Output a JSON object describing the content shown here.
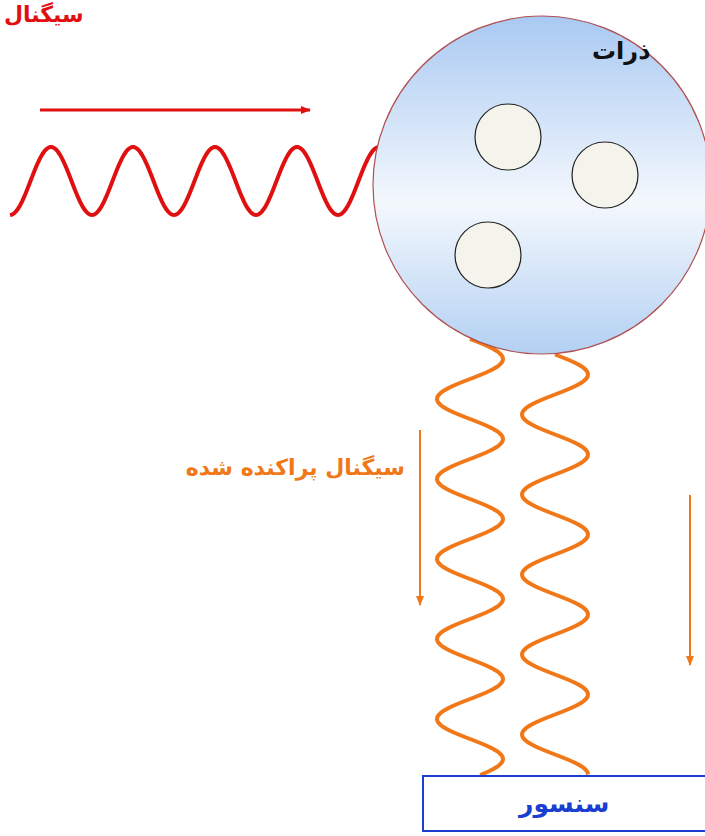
{
  "diagram": {
    "nodes": [
      {
        "text": [
          "ذرات"
        ]
      },
      {
        "text": [
          "سنسور"
        ]
      }
    ],
    "edges": [
      {
        "from": 0,
        "to": 1,
        "arrow": "none"
      },
      {
        "from": 0,
        "to": 1,
        "arrow": "none"
      }
    ],
    "labels": [
      "سیگنال",
      "سیگنال پراکنده شده"
    ]
  }
}
